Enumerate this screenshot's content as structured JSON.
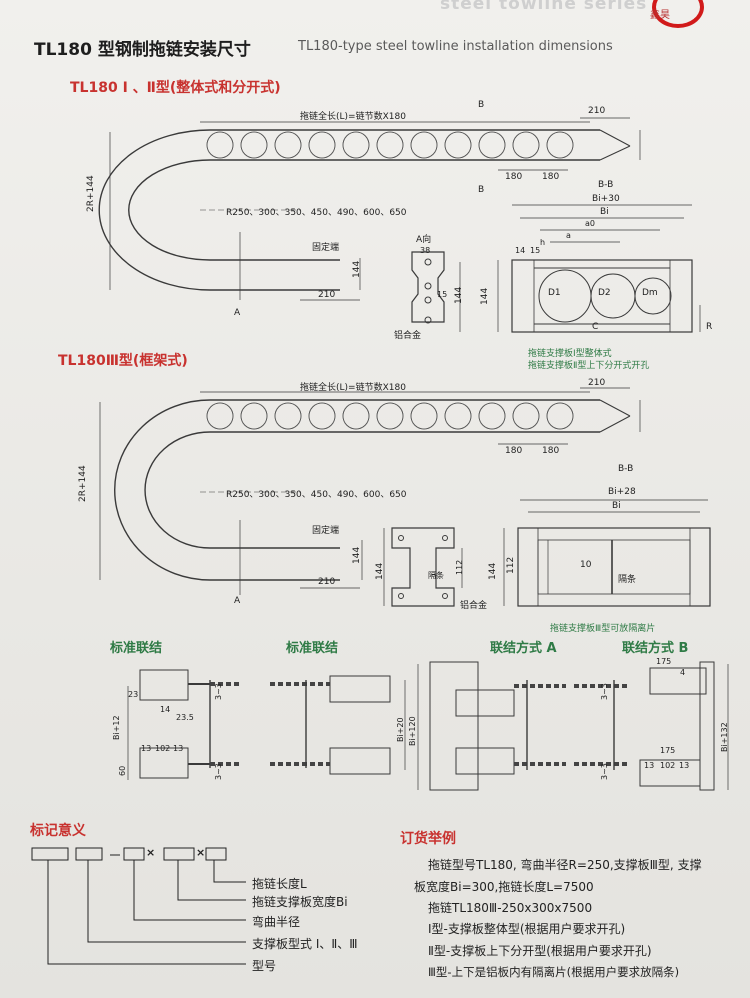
{
  "header": {
    "series": "steel towline series",
    "brand": "鑫昊",
    "title_cn": "TL180 型钢制拖链安装尺寸",
    "title_en": "TL180-type steel towline installation dimensions"
  },
  "section1": {
    "title": "TL180 Ⅰ 、Ⅱ型(整体式和分开式)",
    "total_length": "拖链全长(L)=链节数X180",
    "d210": "210",
    "d180a": "180",
    "d180b": "180",
    "height": "2R+144",
    "radius": "R250、300、350、450、490、600、650",
    "fixed_end": "固定端",
    "d144": "144",
    "d210b": "210",
    "arrow_a": "A",
    "arrow_b1": "B",
    "arrow_b2": "B",
    "a_dir": "A向",
    "d38": "38",
    "d15": "15",
    "d144b": "144",
    "alloy": "铝合金",
    "bb": "B-B",
    "bi30": "Bi+30",
    "bi": "Bi",
    "a80": "a0",
    "a": "a",
    "h": "h",
    "c14": "14",
    "c15": "15",
    "d1": "D1",
    "d2": "D2",
    "dm": "Dm",
    "cc": "C",
    "r": "R",
    "d144c": "144",
    "note1": "拖链支撑板Ⅰ型整体式",
    "note2": "拖链支撑板Ⅱ型上下分开式开孔"
  },
  "section3": {
    "title": "TL180Ⅲ型(框架式)",
    "total_length": "拖链全长(L)=链节数X180",
    "d210": "210",
    "d180a": "180",
    "d180b": "180",
    "height": "2R+144",
    "radius": "R250、300、350、450、490、600、650",
    "fixed_end": "固定端",
    "d144": "144",
    "d210b": "210",
    "arrow_a": "A",
    "d144b": "144",
    "d112": "112",
    "partition": "隔条",
    "alloy": "铝合金",
    "bb": "B-B",
    "bi28": "Bi+28",
    "bi": "Bi",
    "d144c": "144",
    "d112b": "112",
    "d10": "10",
    "partition2": "隔条",
    "note": "拖链支撑板Ⅲ型可放隔离片"
  },
  "connections": {
    "std1": "标准联结",
    "std2": "标准联结",
    "mode_a": "联结方式 A",
    "mode_b": "联结方式 B",
    "v23": "23",
    "v14": "14",
    "v23_5": "23.5",
    "v13a": "13",
    "v102a": "102",
    "v13b": "13",
    "v60": "60",
    "bi12": "Bi+12",
    "v33a": "3~3",
    "v33b": "3~3",
    "bi20": "Bi+20",
    "bi120": "Bi+120",
    "v175a": "175",
    "v4": "4",
    "v175b": "175",
    "v13c": "13",
    "v102b": "102",
    "v13d": "13",
    "bi132": "Bi+132",
    "v33c": "3~3",
    "v33d": "3~3"
  },
  "marking": {
    "title": "标记意义",
    "sep1": "×",
    "sep2": "×",
    "items": [
      "拖链长度L",
      "拖链支撑板宽度Bi",
      "弯曲半径",
      "支撑板型式 Ⅰ、Ⅱ、Ⅲ",
      "型号"
    ]
  },
  "ordering": {
    "title": "订货举例",
    "line1": "拖链型号TL180, 弯曲半径R=250,支撑板Ⅲ型, 支撑",
    "line2": "板宽度Bi=300,拖链长度L=7500",
    "line3": "拖链TL180Ⅲ-250x300x7500",
    "line4": "Ⅰ型-支撑板整体型(根据用户要求开孔)",
    "line5": "Ⅱ型-支撑板上下分开型(根据用户要求开孔)",
    "line6": "Ⅲ型-上下是铝板内有隔离片(根据用户要求放隔条)"
  },
  "colors": {
    "accent_red": "#c8322f",
    "section_green": "#2f7b46",
    "line": "#333333"
  }
}
